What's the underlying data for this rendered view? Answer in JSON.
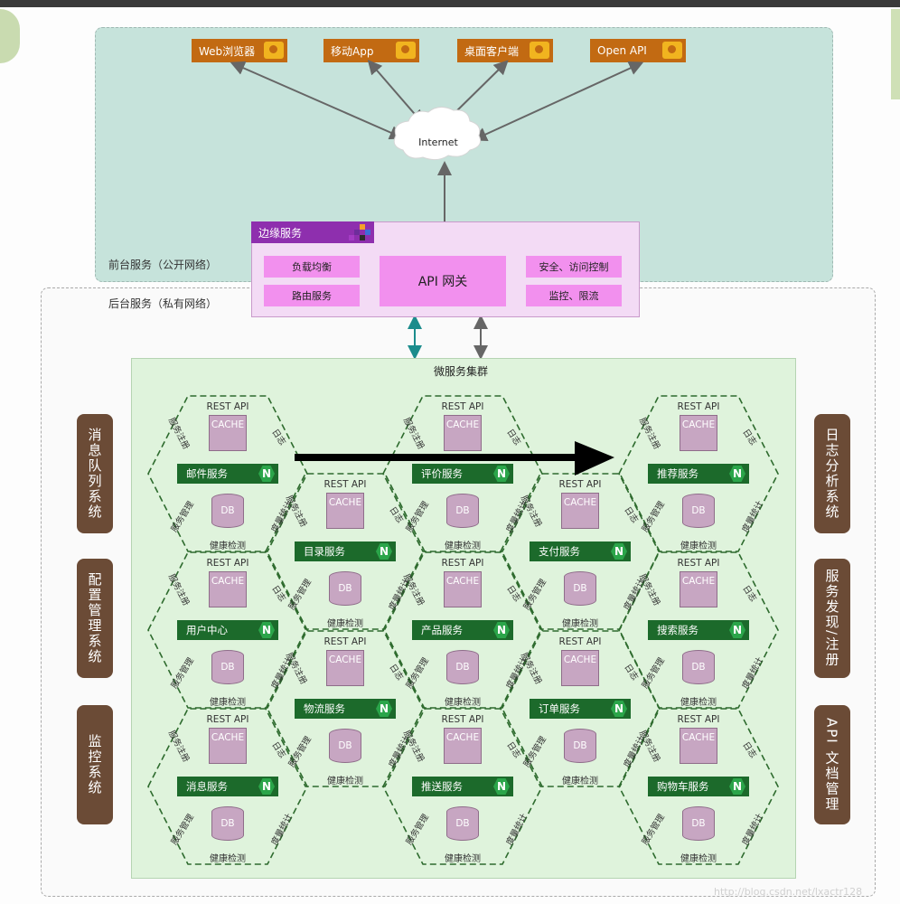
{
  "clients": [
    "Web浏览器",
    "移动App",
    "桌面客户端",
    "Open API"
  ],
  "internet": "Internet",
  "front_label": "前台服务（公开网络）",
  "back_label": "后台服务（私有网络）",
  "edge": {
    "title": "边缘服务",
    "left_items": [
      "负载均衡",
      "路由服务"
    ],
    "center": "API 网关",
    "right_items": [
      "安全、访问控制",
      "监控、限流"
    ]
  },
  "cluster_label": "微服务集群",
  "left_systems": [
    "消息队列系统",
    "配置管理系统",
    "监控系统"
  ],
  "right_systems": [
    "日志分析系统",
    "服务发现/注册",
    "API 文档管理"
  ],
  "hex_labels": {
    "rest": "REST API",
    "cache": "CACHE",
    "db": "DB",
    "health": "健康检测",
    "register": "服务注册",
    "log": "日志",
    "manage": "服务管理",
    "stats": "度量统计",
    "nginx": "N"
  },
  "services": [
    "邮件服务",
    "评价服务",
    "推荐服务",
    "目录服务",
    "支付服务",
    "用户中心",
    "产品服务",
    "搜索服务",
    "物流服务",
    "订单服务",
    "消息服务",
    "推送服务",
    "购物车服务"
  ],
  "watermark": "http://blog.csdn.net/lxactr128",
  "colors": {
    "service": "#1c6a2b",
    "system": "#6b4b36",
    "client": "#c26a12",
    "gateway": "#f290ee"
  }
}
